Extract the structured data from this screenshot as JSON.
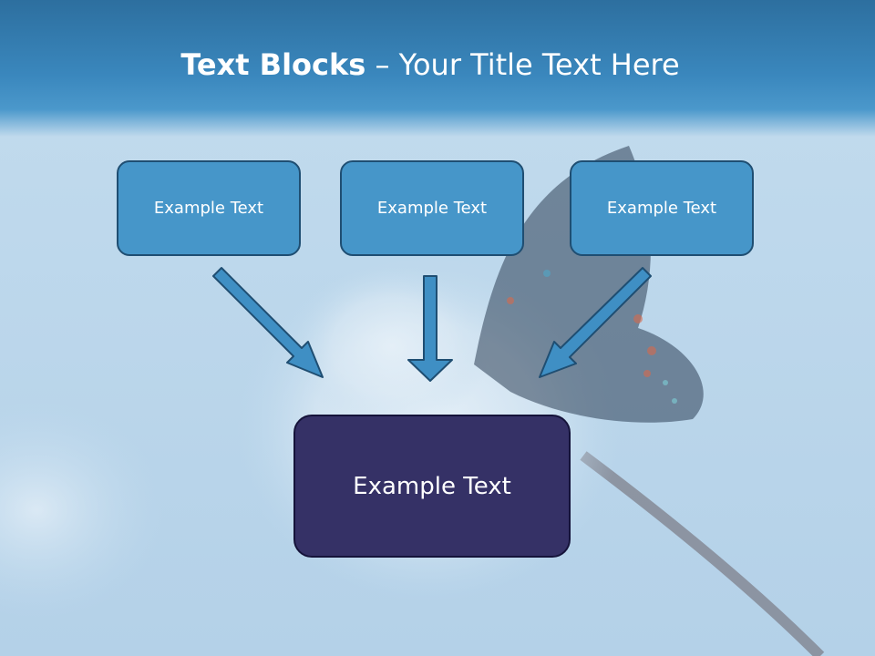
{
  "title": {
    "bold": "Text Blocks",
    "rest": " – Your Title Text Here"
  },
  "blocks": {
    "top": [
      "Example Text",
      "Example Text",
      "Example Text"
    ],
    "bottom": "Example Text"
  },
  "colors": {
    "header": "#3a87bd",
    "box_fill": "#4696c9",
    "box_border": "#1f4e72",
    "main_fill": "#353166",
    "arrow_fill": "#3f8fc4",
    "arrow_stroke": "#1f4e72"
  }
}
